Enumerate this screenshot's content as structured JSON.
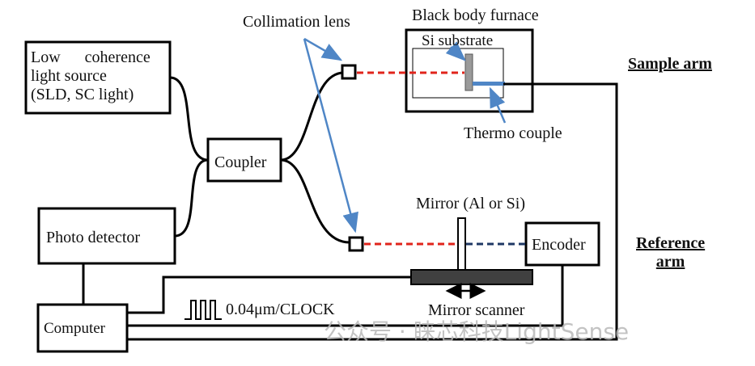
{
  "diagram": {
    "labels": {
      "light_source": [
        "Low      coherence",
        "light source",
        "(SLD, SC light)"
      ],
      "coupler": "Coupler",
      "photo_detector": "Photo detector",
      "computer": "Computer",
      "collimation_lens": "Collimation lens",
      "furnace": "Black body furnace",
      "si_substrate": "Si substrate",
      "thermo_couple": "Thermo couple",
      "sample_arm": "Sample arm",
      "reference_arm": [
        "Reference",
        "arm"
      ],
      "mirror": "Mirror (Al or Si)",
      "encoder": "Encoder",
      "mirror_scanner": "Mirror scanner",
      "clock": "0.04μm/CLOCK"
    },
    "watermark": "公众号 · 睐芯科技LightSense",
    "colors": {
      "line": "#000000",
      "laser": "#e0241b",
      "encoder_beam": "#1f3864",
      "pointer": "#4f86c6",
      "mirror_fill": "#9a9a9a",
      "scanner_fill": "#404040",
      "thermo": "#4f86c6"
    }
  }
}
